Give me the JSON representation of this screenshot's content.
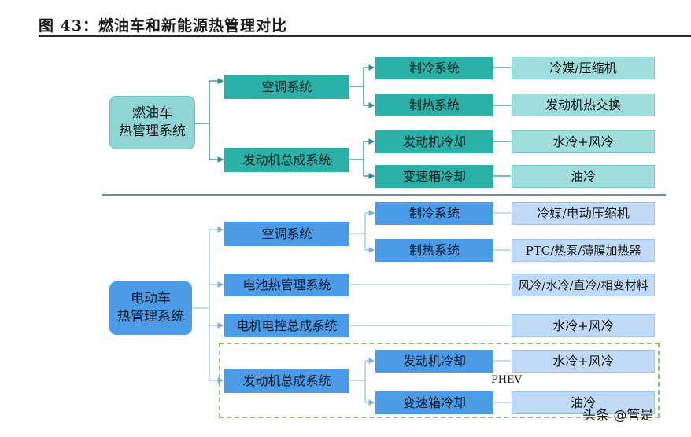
{
  "figure": {
    "title": "图 43：燃油车和新能源热管理对比"
  },
  "fuel": {
    "root": "燃油车\n热管理系统",
    "ac": {
      "label": "空调系统",
      "cooling": {
        "label": "制冷系统",
        "leaf": "冷媒/压缩机"
      },
      "heating": {
        "label": "制热系统",
        "leaf": "发动机热交换"
      }
    },
    "engine": {
      "label": "发动机总成系统",
      "engine_cooling": {
        "label": "发动机冷却",
        "leaf": "水冷+风冷"
      },
      "gearbox_cooling": {
        "label": "变速箱冷却",
        "leaf": "油冷"
      }
    }
  },
  "ev": {
    "root": "电动车\n热管理系统",
    "ac": {
      "label": "空调系统",
      "cooling": {
        "label": "制冷系统",
        "leaf": "冷媒/电动压缩机"
      },
      "heating": {
        "label": "制热系统",
        "leaf": "PTC/热泵/薄膜加热器"
      }
    },
    "battery": {
      "label": "电池热管理系统",
      "leaf": "风冷/水冷/直冷/相变材料"
    },
    "motor": {
      "label": "电机电控总成系统",
      "leaf": "水冷+风冷"
    },
    "engine": {
      "label": "发动机总成系统",
      "engine_cooling": {
        "label": "发动机冷却",
        "leaf": "水冷+风冷"
      },
      "gearbox_cooling": {
        "label": "变速箱冷却",
        "leaf": "油冷"
      }
    },
    "phev_label": "PHEV"
  },
  "watermark": "头条 @管是",
  "colors": {
    "teal_root": "#8fd5d6",
    "teal_mid": "#2bb0a8",
    "teal_leaf": "#9fdedd",
    "blue": "#4b9be6",
    "blue_leaf": "#bfd9f6",
    "phev_border": "#8cc070",
    "connector_fuel": "#2b8f89",
    "connector_ev": "#9fc2e6"
  }
}
